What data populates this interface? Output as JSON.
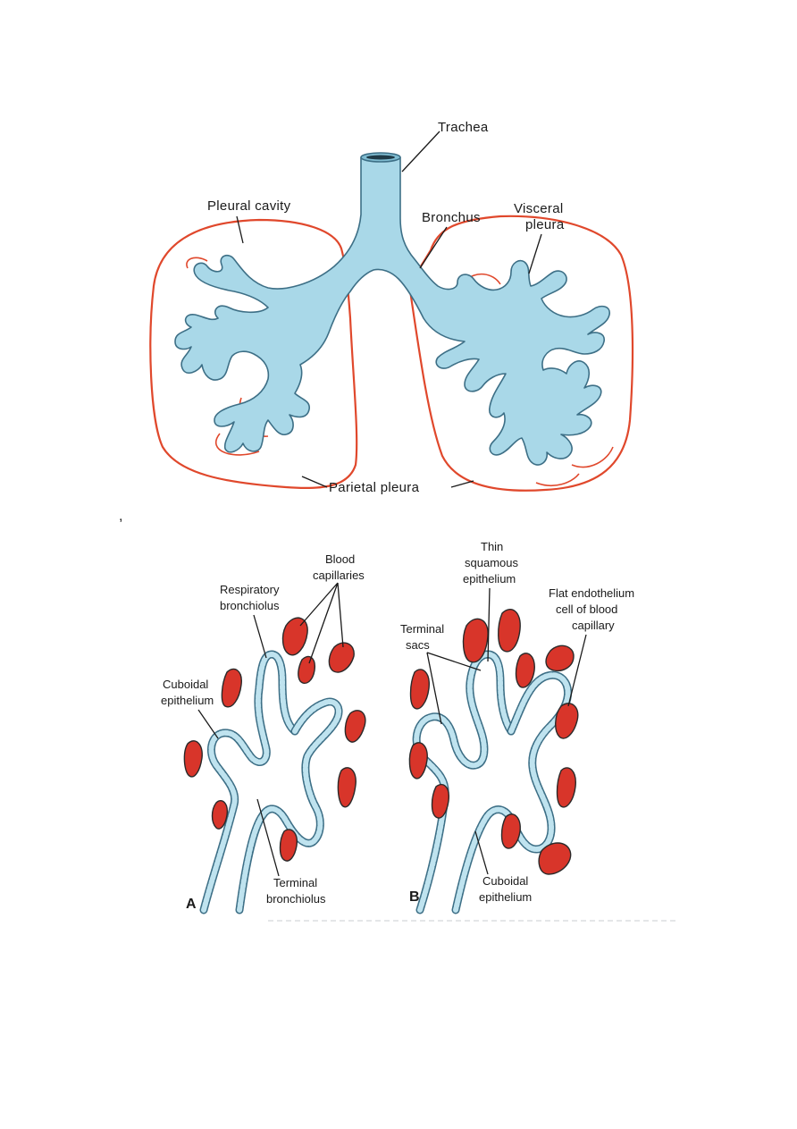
{
  "figure_top": {
    "labels": {
      "trachea": "Trachea",
      "pleural_cavity": "Pleural cavity",
      "bronchus": "Bronchus",
      "visceral_pleura_line1": "Visceral",
      "visceral_pleura_line2": "pleura",
      "parietal_pleura": "Parietal pleura"
    },
    "separator_mark": ","
  },
  "figure_bottom": {
    "panel_a": {
      "letter": "A",
      "labels": {
        "blood_capillaries_1": "Blood",
        "blood_capillaries_2": "capillaries",
        "respiratory_bronchiolus_1": "Respiratory",
        "respiratory_bronchiolus_2": "bronchiolus",
        "cuboidal_epithelium_1": "Cuboidal",
        "cuboidal_epithelium_2": "epithelium",
        "terminal_bronchiolus_1": "Terminal",
        "terminal_bronchiolus_2": "bronchiolus"
      }
    },
    "panel_b": {
      "letter": "B",
      "labels": {
        "thin_squamous_1": "Thin",
        "thin_squamous_2": "squamous",
        "thin_squamous_3": "epithelium",
        "flat_endothelium_1": "Flat endothelium",
        "flat_endothelium_2": "cell of blood",
        "flat_endothelium_3": "capillary",
        "terminal_sacs_1": "Terminal",
        "terminal_sacs_2": "sacs",
        "cuboidal_epithelium_1": "Cuboidal",
        "cuboidal_epithelium_2": "epithelium"
      }
    }
  },
  "colors": {
    "airway_fill": "#a9d8e8",
    "airway_outline": "#3d6f86",
    "pleura": "#e0482c",
    "capillary": "#d8352a"
  }
}
